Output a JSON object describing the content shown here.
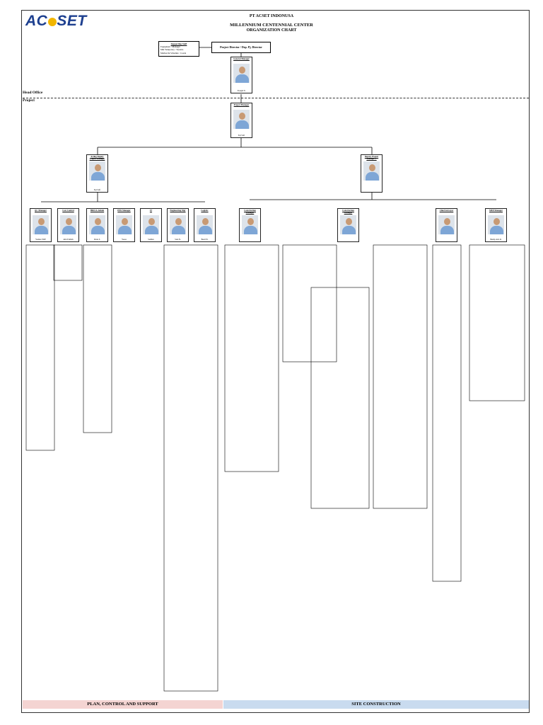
{
  "header": {
    "logo": "ACSET",
    "company": "PT ACSET INDONUSA",
    "project": "MILLENNIUM CENTENNIAL CENTER",
    "chart_title": "ORGANIZATION CHART"
  },
  "supporting_staff": {
    "title": "Supporting Staff",
    "lines": [
      "Equipment : Manager",
      "Mkt Temporary : Wyanto",
      "Method & Schedule : Ceeda"
    ]
  },
  "project_director": "Project Director / Dep. Pj. Director",
  "zones": {
    "head_office": "Head Office",
    "project": "Project"
  },
  "footer": {
    "left": "PLAN, CONTROL AND SUPPORT",
    "right": "SITE CONSTRUCTION"
  },
  "nodes": [
    {
      "id": "gm",
      "title": "General Manager",
      "name": "Yoseph N.",
      "photo": true
    },
    {
      "id": "pm",
      "title": "Project Manager",
      "name": "Eqi Sofi",
      "photo": true
    },
    {
      "id": "adpm",
      "title": "Acting Deputy Project Manager",
      "name": "Eqi Sofi",
      "photo": true
    },
    {
      "id": "dpm",
      "title": "Deputy Project Manager T",
      "name": "",
      "photo": true
    },
    {
      "id": "qa",
      "title": "QC Manager",
      "name": "Yoshua SWP",
      "photo": true
    },
    {
      "id": "cc",
      "title": "Cost Control",
      "name": "Alin Fadilah",
      "photo": true
    },
    {
      "id": "hrd",
      "title": "HRD & Admin",
      "name": "Dwie S.",
      "photo": true
    },
    {
      "id": "ehs",
      "title": "EHS Manager",
      "name": "Yoesa",
      "photo": true
    },
    {
      "id": "it",
      "title": "IT",
      "name": "Sadilan",
      "photo": true
    },
    {
      "id": "eng",
      "title": "Engineering Mgr",
      "name": "Satu N.",
      "photo": true
    },
    {
      "id": "fin",
      "title": "Logistic",
      "name": "Baeti W.",
      "photo": true
    },
    {
      "id": "cm1",
      "title": "Construction Manager",
      "name": "",
      "photo": true
    },
    {
      "id": "cm2",
      "title": "Construction Manager",
      "name": "",
      "photo": true
    },
    {
      "id": "cs",
      "title": "Chief Surveyor",
      "name": "",
      "photo": true
    },
    {
      "id": "bm",
      "title": "MEP Manager",
      "name": "Benny Aris R.",
      "photo": true
    }
  ]
}
